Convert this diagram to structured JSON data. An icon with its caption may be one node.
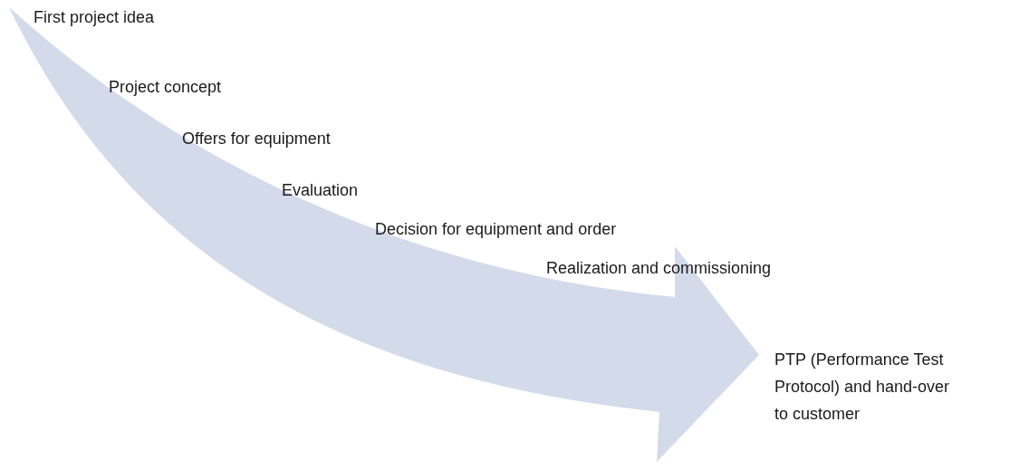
{
  "diagram": {
    "labels": [
      "First project idea",
      "Project concept",
      "Offers for equipment",
      "Evaluation",
      "Decision for equipment and order",
      "Realization and commissioning",
      "PTP (Performance Test Protocol) and hand-over to customer"
    ]
  }
}
